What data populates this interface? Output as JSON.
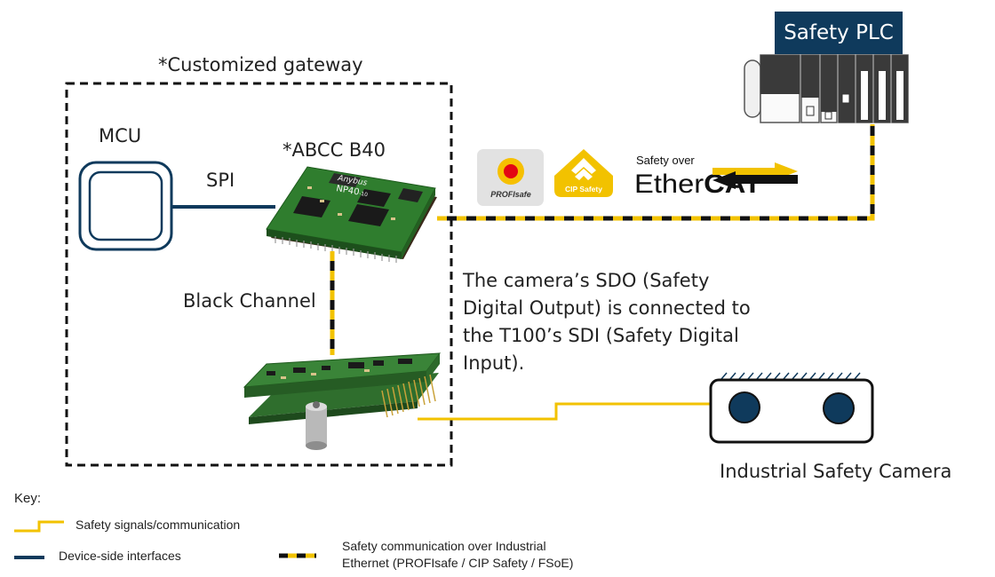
{
  "diagram": {
    "gateway_label": "*Customized gateway",
    "mcu_label": "MCU",
    "spi_label": "SPI",
    "abcc_label": "*ABCC B40",
    "black_channel_label": "Black Channel",
    "plc_label": "Safety PLC",
    "camera_label": "Industrial Safety Camera",
    "description": "The camera’s SDO (Safety\nDigital Output) is connected to\nthe T100’s SDI (Safety Digital\nInput).",
    "module_brand": "Anybus",
    "module_model": "NP40",
    "module_model_suffix": "-10",
    "logos": {
      "profisafe": "PROFIsafe",
      "cip_safety": "CIP Safety",
      "ethercat_top": "Safety over",
      "ethercat_ether": "Ether",
      "ethercat_cat": "CAT"
    }
  },
  "key": {
    "title": "Key:",
    "items": [
      "Safety signals/communication",
      "Device-side interfaces",
      "Safety communication over Industrial\nEthernet (PROFIsafe / CIP Safety / FSoE)"
    ]
  },
  "colors": {
    "navy": "#0f3a5c",
    "yellow": "#f2c200",
    "black": "#111111",
    "pcb_green": "#2f7d2e",
    "profisafe_red": "#e30613"
  }
}
